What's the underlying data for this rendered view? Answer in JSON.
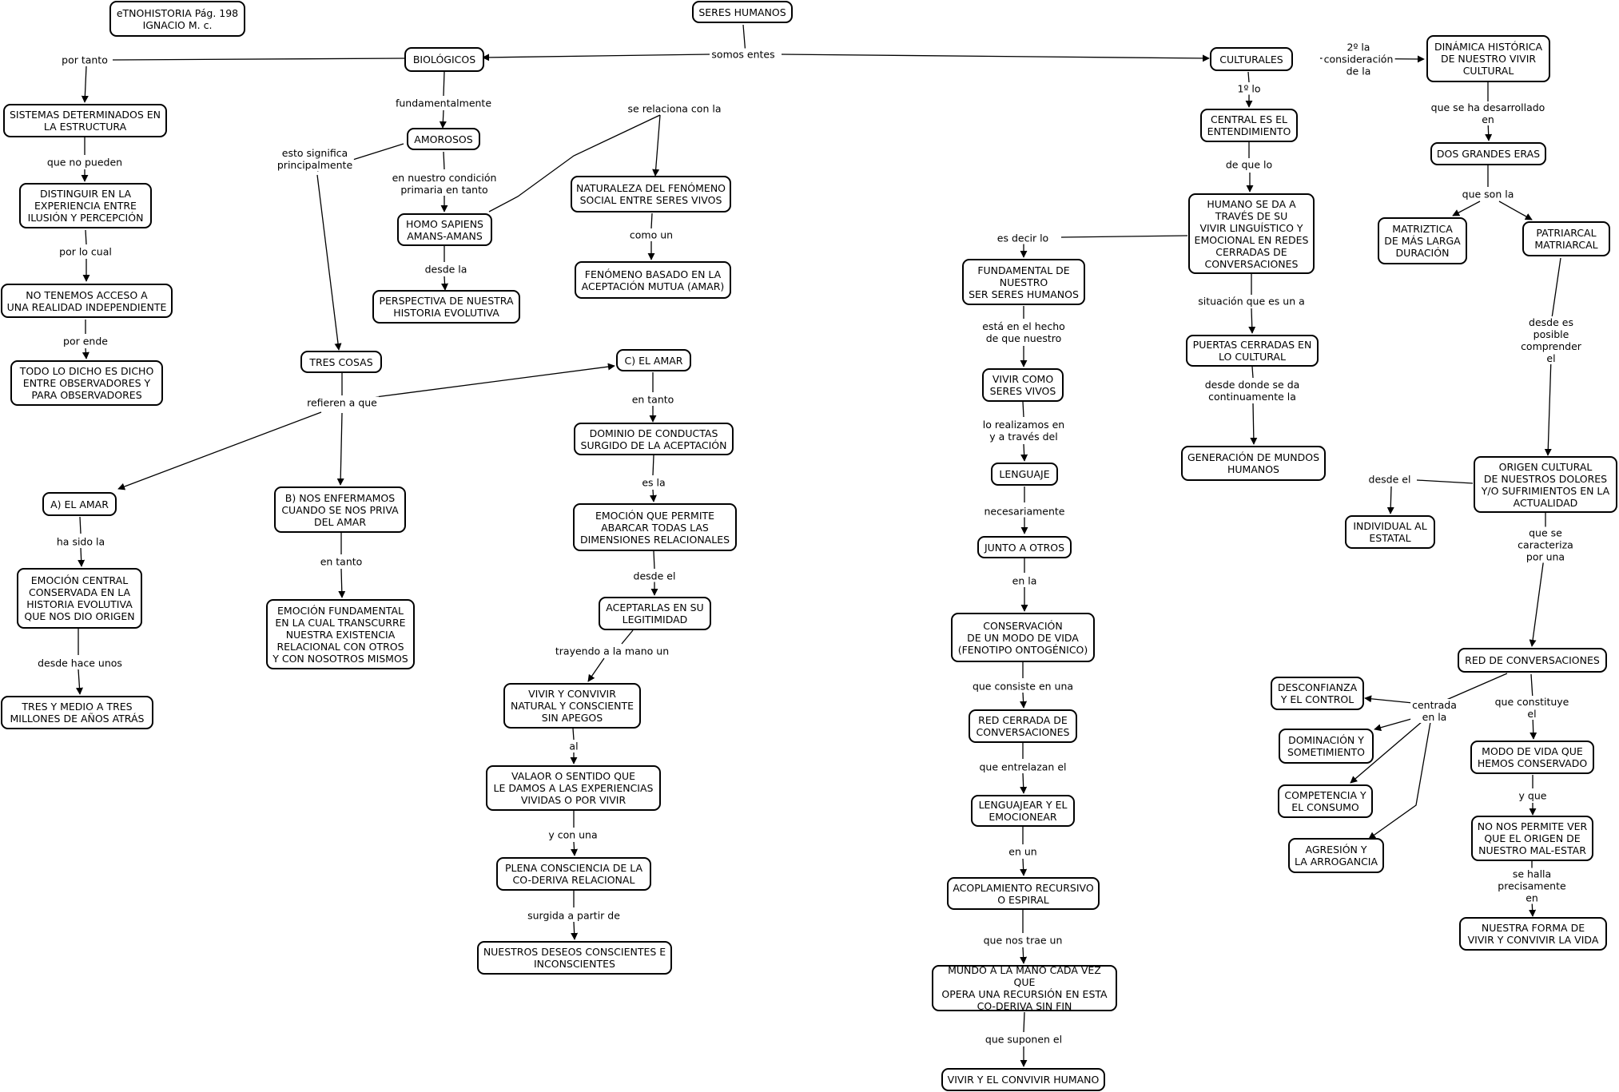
{
  "nodes": {
    "etno": "eTNOHISTORIA Pág. 198\nIGNACIO M. c.",
    "seres": "SERES HUMANOS",
    "biologicos": "BIOLÓGICOS",
    "culturales": "CULTURALES",
    "dinamica": "DINÁMICA HISTÓRICA\nDE NUESTRO VIVIR\nCULTURAL",
    "sistemas": "SISTEMAS DETERMINADOS EN\nLA ESTRUCTURA",
    "distinguir": "DISTINGUIR EN LA\nEXPERIENCIA ENTRE\nILUSIÓN Y PERCEPCIÓN",
    "notenemos": "NO TENEMOS ACCESO A\nUNA REALIDAD INDEPENDIENTE",
    "todo": "TODO LO DICHO ES DICHO\nENTRE OBSERVADORES Y\nPARA OBSERVADORES",
    "amorosos": "AMOROSOS",
    "homo": "HOMO SAPIENS\nAMANS-AMANS",
    "perspectiva": "PERSPECTIVA DE NUESTRA\nHISTORIA EVOLUTIVA",
    "naturaleza": "NATURALEZA DEL FENÓMENO\nSOCIAL ENTRE SERES VIVOS",
    "fenomeno": "FENÓMENO BASADO EN LA\nACEPTACIÓN MUTUA (AMAR)",
    "trescosas": "TRES COSAS",
    "camar": "C) EL AMAR",
    "aamar": "A) EL AMAR",
    "bnos": "B) NOS ENFERMAMOS\nCUANDO SE NOS PRIVA\nDEL AMAR",
    "emocioncentral": "EMOCIÓN CENTRAL\nCONSERVADA EN LA\nHISTORIA EVOLUTIVA\nQUE NOS DIO ORIGEN",
    "tresymedio": "TRES Y MEDIO A TRES\nMILLONES DE AÑOS ATRÁS",
    "emocionfund": "EMOCIÓN FUNDAMENTAL\nEN LA CUAL TRANSCURRE\nNUESTRA EXISTENCIA\nRELACIONAL CON OTROS\nY CON NOSOTROS MISMOS",
    "dominio": "DOMINIO DE CONDUCTAS\nSURGIDO DE LA ACEPTACIÓN",
    "emocionpermite": "EMOCIÓN QUE PERMITE\nABARCAR TODAS LAS\nDIMENSIONES RELACIONALES",
    "aceptarlas": "ACEPTARLAS EN SU\nLEGITIMIDAD",
    "vivirconvivir": "VIVIR Y CONVIVIR\nNATURAL Y CONSCIENTE\nSIN APEGOS",
    "valaor": "VALAOR O SENTIDO QUE\nLE DAMOS A LAS EXPERIENCIAS\nVIVIDAS O POR VIVIR",
    "plena": "PLENA CONSCIENCIA DE LA\nCO-DERIVA RELACIONAL",
    "deseos": "NUESTROS DESEOS CONSCIENTES E\nINCONSCIENTES",
    "central": "CENTRAL ES EL\nENTENDIMIENTO",
    "humano": "HUMANO SE DA A\nTRAVÉS DE SU\nVIVIR LINGUÍSTICO Y\nEMOCIONAL EN REDES\nCERRADAS DE\nCONVERSACIONES",
    "fundamental": "FUNDAMENTAL DE\nNUESTRO\nSER SERES HUMANOS",
    "puertas": "PUERTAS CERRADAS EN\nLO CULTURAL",
    "generacion": "GENERACIÓN DE MUNDOS\nHUMANOS",
    "vivircomo": "VIVIR COMO\nSERES VIVOS",
    "lenguaje": "LENGUAJE",
    "junto": "JUNTO A OTROS",
    "conservacion": "CONSERVACIÓN\nDE UN MODO DE VIDA\n(FENOTIPO ONTOGÉNICO)",
    "redcerrada": "RED CERRADA DE\nCONVERSACIONES",
    "lenguajear": "LENGUAJEAR Y EL\nEMOCIONEAR",
    "acoplamiento": "ACOPLAMIENTO RECURSIVO\nO ESPIRAL",
    "mundo": "MUNDO A LA MANO CADA VEZ QUE\nOPERA UNA RECURSIÓN EN ESTA\nCO-DERIVA SIN FIN",
    "vivirelconvivir": "VIVIR Y EL CONVIVIR HUMANO",
    "doseras": "DOS GRANDES ERAS",
    "matriztica": "MATRIZTICA\nDE MÁS LARGA\nDURACIÓN",
    "patriarcal": "PATRIARCAL\nMATRIARCAL",
    "origen": "ORIGEN CULTURAL\nDE NUESTROS DOLORES\nY/O SUFRIMIENTOS EN LA\nACTUALIDAD",
    "individual": "INDIVIDUAL AL\nESTATAL",
    "redconv": "RED DE CONVERSACIONES",
    "desconfianza": "DESCONFIANZA\nY EL CONTROL",
    "dominacion": "DOMINACIÓN Y\nSOMETIMIENTO",
    "competencia": "COMPETENCIA Y\nEL CONSUMO",
    "agresion": "AGRESIÓN Y\nLA ARROGANCIA",
    "mododevida": "MODO DE VIDA QUE\nHEMOS CONSERVADO",
    "nonospermite": "NO NOS PERMITE VER\nQUE EL ORIGEN DE\nNUESTRO MAL-ESTAR",
    "nuestraforma": "NUESTRA FORMA DE\nVIVIR Y CONVIVIR LA VIDA"
  },
  "labels": {
    "somosentes": "somos entes",
    "portanto": "por tanto",
    "quenopueden": "que no pueden",
    "porlocual": "por lo cual",
    "porende": "por ende",
    "fundamentalmente": "fundamentalmente",
    "ennuestra": "en nuestro condición\nprimaria en tanto",
    "desdela": "desde la",
    "serelaciona": "se relaciona con  la",
    "comoun": "como un",
    "estosignifica": "esto significa\nprincipalmente",
    "refierena": "refieren a que",
    "entanto1": "en tanto",
    "hasidola": "ha sido la",
    "desdehace": "desde hace unos",
    "entanto2": "en tanto",
    "esla": "es la",
    "desdeel1": "desde el",
    "trayendo": "trayendo a la mano un",
    "al": "al",
    "yconuna": "y con una",
    "surgida": "surgida a partir de",
    "segundo": "2º  la\nconsideración\nde la",
    "primero": "1º lo",
    "dequelo": "de que lo",
    "esdecir": "es decir lo",
    "situacion": "situación que es un a",
    "desdedonde": "desde donde se da\ncontinuamente la",
    "estaenel": "está en el hecho\nde que nuestro",
    "lorealizamos": "lo realizamos en\ny a través del",
    "necesariamente": "necesariamente",
    "enla": "en la",
    "queconsiste": "que consiste en una",
    "queentrelazan": "que entrelazan el",
    "enun": "en un",
    "quenostrae": "que nos trae un",
    "quesuponen": "que suponen el",
    "quesehadesarrollado": "que se ha desarrollado en",
    "queson": "que son la",
    "desdeesposible": "desde es posible\ncomprender el",
    "desdeel2": "desde el",
    "quesecaracteriza": "que se caracteriza por una",
    "centrada": "centrada\nen la",
    "queconstituye": "que constituye el",
    "yque": "y que",
    "sehalla": "se halla precisamente\nen"
  }
}
